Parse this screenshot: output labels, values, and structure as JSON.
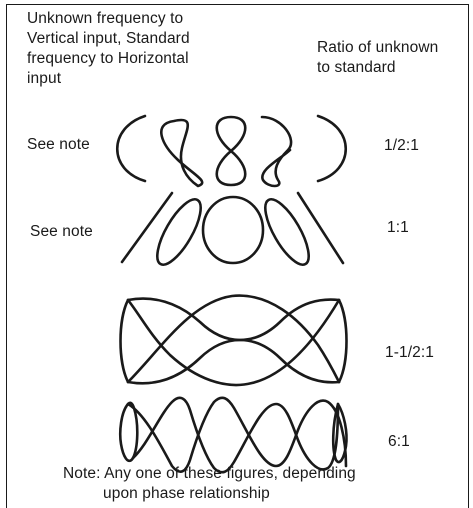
{
  "header": {
    "left_lines": [
      "Unknown frequency to",
      "Vertical input, Standard",
      "frequency to Horizontal",
      "input"
    ],
    "right_lines": [
      "Ratio of unknown",
      "to standard"
    ]
  },
  "rows": [
    {
      "note": "See note",
      "ratio": "1/2:1"
    },
    {
      "note": "See note",
      "ratio": "1:1"
    },
    {
      "note": "",
      "ratio": "1-1/2:1"
    },
    {
      "note": "",
      "ratio": "6:1"
    }
  ],
  "footer": {
    "lines": [
      "Note: Any one of these figures, depending",
      "upon phase relationship"
    ]
  }
}
